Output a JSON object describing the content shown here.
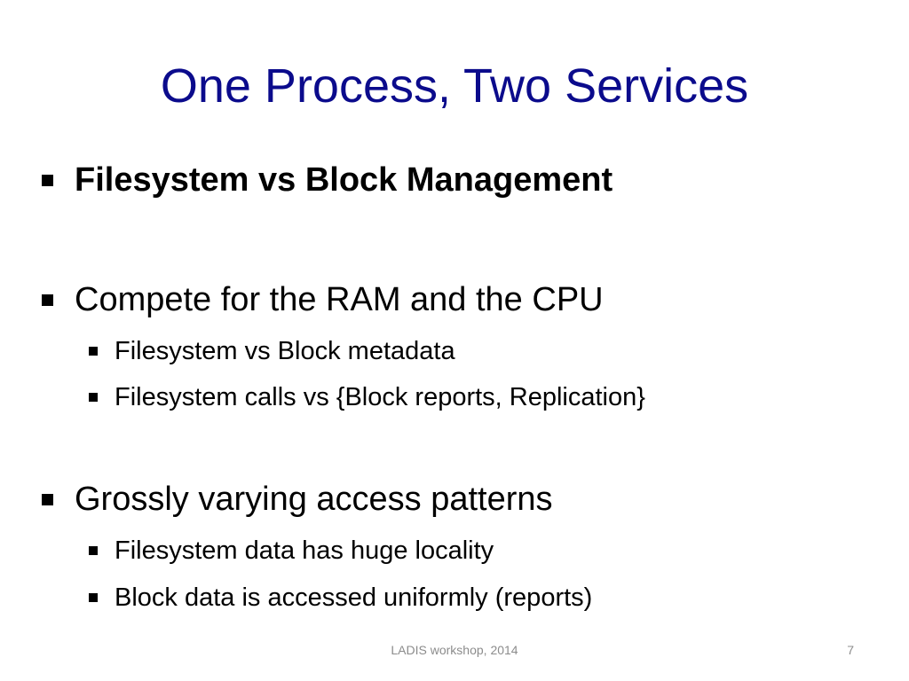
{
  "slide": {
    "title": "One Process, Two Services",
    "bullets": [
      {
        "text": "Filesystem vs Block Management"
      },
      {
        "text": "Compete for the RAM and the CPU",
        "sub": [
          "Filesystem vs Block metadata",
          "Filesystem calls vs {Block reports, Replication}"
        ]
      },
      {
        "text": "Grossly varying access patterns",
        "sub": [
          "Filesystem data has huge locality",
          "Block data is accessed uniformly (reports)"
        ]
      }
    ],
    "footer": "LADIS workshop, 2014",
    "page_number": "7"
  },
  "colors": {
    "title": "#0b0b8c",
    "text": "#000000",
    "footer": "#8c8c8c",
    "background": "#ffffff"
  }
}
